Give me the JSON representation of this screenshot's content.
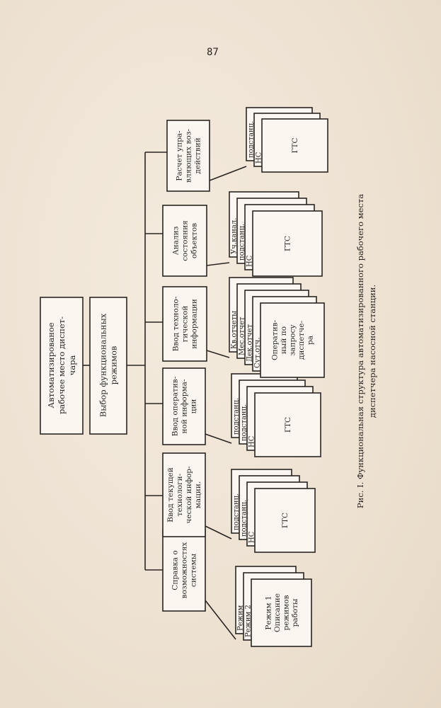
{
  "page": {
    "number": "87"
  },
  "root": {
    "lines": [
      "Автоматизированое",
      "рабочее место диспет-",
      "чара"
    ]
  },
  "selector": {
    "lines": [
      "Выбор функциональных",
      "режимов"
    ]
  },
  "modes": [
    {
      "lines": [
        "Справка о",
        "возможностях",
        "системы"
      ],
      "stack": [
        {
          "lines": [
            "Режим 1",
            "Описание",
            "режимов",
            "работы"
          ]
        },
        {
          "lines": [
            "Режим 2"
          ]
        },
        {
          "lines": [
            "Режим"
          ]
        }
      ]
    },
    {
      "lines": [
        "Ввод текущей",
        "технологи-",
        "ческой инфор-",
        "мации."
      ],
      "stack": [
        {
          "lines": [
            "ГТС"
          ]
        },
        {
          "lines": [
            "НС"
          ]
        },
        {
          "lines": [
            "подстанц."
          ]
        },
        {
          "lines": [
            "подстанц."
          ]
        }
      ]
    },
    {
      "lines": [
        "Ввод оператив-",
        "ной информа-",
        "ции"
      ],
      "stack": [
        {
          "lines": [
            "ГТС"
          ]
        },
        {
          "lines": [
            "НС"
          ]
        },
        {
          "lines": [
            "подстанц."
          ]
        },
        {
          "lines": [
            "подстанц."
          ]
        }
      ]
    },
    {
      "lines": [
        "Ввод техноло-",
        "гической",
        "информации"
      ],
      "stack": [
        {
          "lines": [
            "Оператив-",
            "ный по",
            "запросу",
            "диспетче-",
            "ра"
          ]
        },
        {
          "lines": [
            "Сут.отч."
          ]
        },
        {
          "lines": [
            "Дек.отчет"
          ]
        },
        {
          "lines": [
            "Мес.отчет"
          ]
        },
        {
          "lines": [
            "Кв.отчеты"
          ]
        }
      ]
    },
    {
      "lines": [
        "Анализ",
        "состояния",
        "объектов"
      ],
      "stack": [
        {
          "lines": [
            "ГТС"
          ]
        },
        {
          "lines": [
            "НС"
          ]
        },
        {
          "lines": [
            "подстанц."
          ]
        },
        {
          "lines": [
            "Уч.канал."
          ]
        }
      ]
    },
    {
      "lines": [
        "Расчет упра-",
        "вляющих воз-",
        "действий"
      ],
      "stack": [
        {
          "lines": [
            "ГТС"
          ]
        },
        {
          "lines": [
            "НС"
          ]
        },
        {
          "lines": [
            "подстанц."
          ]
        }
      ]
    }
  ],
  "caption": {
    "lines": [
      "Рис. I. Функциональная структура автоматизированного рабочего места",
      "диспетчера насосной станции."
    ]
  }
}
